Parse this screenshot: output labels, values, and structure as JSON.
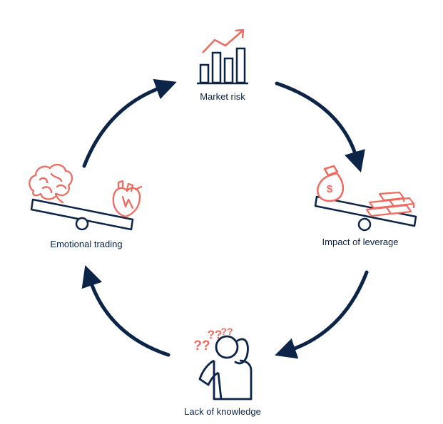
{
  "colors": {
    "navy": "#0b2447",
    "coral": "#ef6b5f",
    "background": "#ffffff"
  },
  "nodes": [
    {
      "id": "market-risk",
      "label": "Market risk",
      "icon": "bar-chart-trend-up-icon"
    },
    {
      "id": "impact-of-leverage",
      "label": "Impact of leverage",
      "icon": "money-bag-vs-gold-bars-scale-icon"
    },
    {
      "id": "lack-of-knowledge",
      "label": "Lack of knowledge",
      "icon": "confused-person-question-marks-icon"
    },
    {
      "id": "emotional-trading",
      "label": "Emotional trading",
      "icon": "brain-vs-heart-scale-icon"
    }
  ],
  "cycle_direction": "clockwise",
  "money_symbol": "$",
  "question_marks": "??"
}
